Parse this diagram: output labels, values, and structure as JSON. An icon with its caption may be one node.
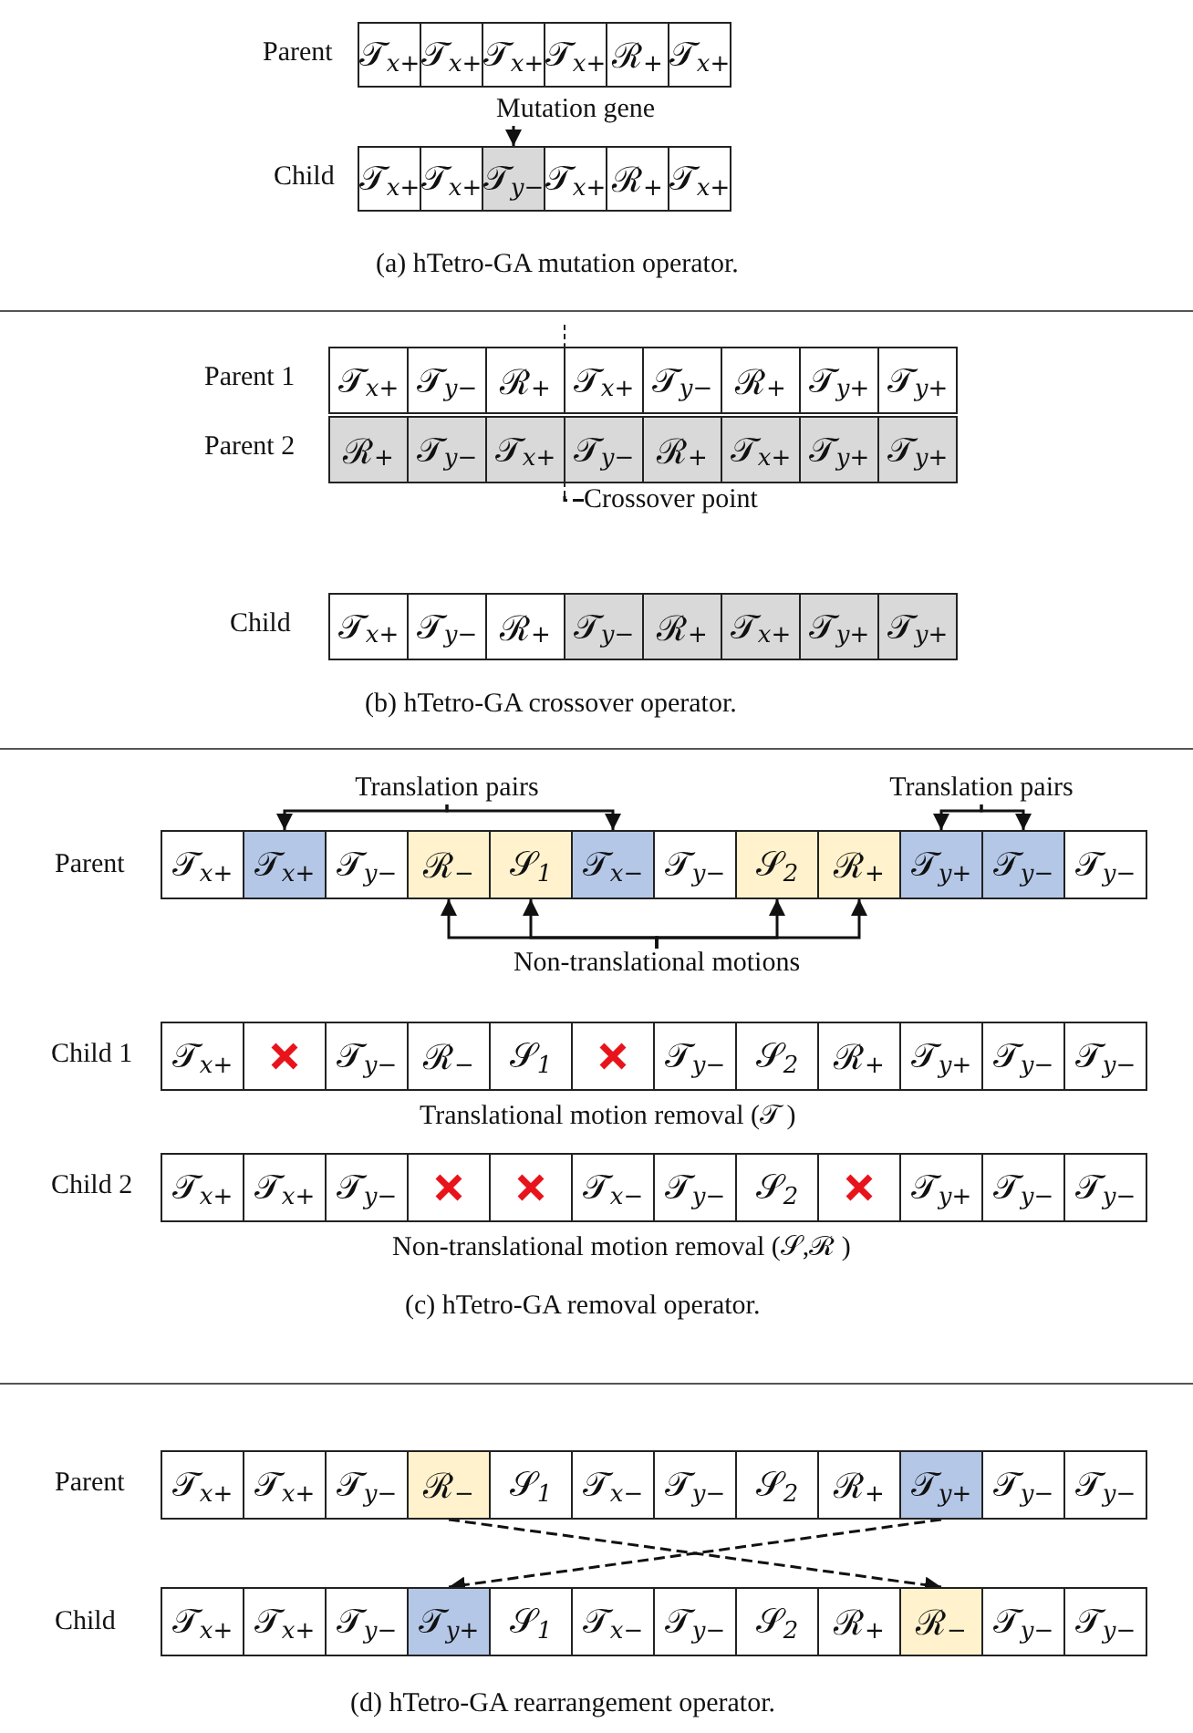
{
  "diagram": {
    "nodes": [
      {
        "text": [
          "𝒯$_{x+}$"
        ]
      },
      {
        "text": [
          "𝒯$_{x+}$"
        ]
      },
      {
        "text": [
          "𝒯$_{x+}$"
        ]
      },
      {
        "text": [
          "𝒯$_{x+}$"
        ]
      },
      {
        "text": [
          "ℛ$_{+}$"
        ]
      },
      {
        "text": [
          "𝒯$_{x+}$"
        ]
      },
      {
        "text": [
          "Mutation gene"
        ]
      },
      {
        "text": [
          "𝒯$_{x+}$"
        ]
      },
      {
        "text": [
          "𝒯$_{x+}$"
        ]
      },
      {
        "text": [
          "𝒯$_{y−}$"
        ]
      },
      {
        "text": [
          "𝒯$_{x+}$"
        ]
      },
      {
        "text": [
          "ℛ$_{+}$"
        ]
      },
      {
        "text": [
          "𝒯$_{x+}$"
        ]
      },
      {
        "text": [
          "𝒯$_{x+}$"
        ]
      },
      {
        "text": [
          "𝒯$_{y−}$"
        ]
      },
      {
        "text": [
          "ℛ$_{+}$"
        ]
      },
      {
        "text": [
          "𝒯$_{x+}$"
        ]
      },
      {
        "text": [
          "𝒯$_{y−}$"
        ]
      },
      {
        "text": [
          "ℛ$_{+}$"
        ]
      },
      {
        "text": [
          "𝒯$_{y+}$"
        ]
      },
      {
        "text": [
          "𝒯$_{y+}$"
        ]
      },
      {
        "text": [
          "ℛ$_{+}$"
        ]
      },
      {
        "text": [
          "𝒯$_{y−}$"
        ]
      },
      {
        "text": [
          "𝒯$_{x+}$"
        ]
      },
      {
        "text": [
          "𝒯$_{y−}$"
        ]
      },
      {
        "text": [
          "ℛ$_{+}$"
        ]
      },
      {
        "text": [
          "𝒯$_{x+}$"
        ]
      },
      {
        "text": [
          "𝒯$_{y+}$"
        ]
      },
      {
        "text": [
          "𝒯$_{y+}$"
        ]
      },
      {
        "text": [],
        "shape": "line"
      },
      {
        "text": [
          "Crossover point"
        ]
      },
      {
        "text": [
          "𝒯$_{x+}$"
        ]
      },
      {
        "text": [
          "𝒯$_{y−}$"
        ]
      },
      {
        "text": [
          "ℛ$_{+}$"
        ]
      },
      {
        "text": [
          "𝒯$_{y−}$"
        ]
      },
      {
        "text": [
          "ℛ$_{+}$"
        ]
      },
      {
        "text": [
          "𝒯$_{x+}$"
        ]
      },
      {
        "text": [
          "𝒯$_{y+}$"
        ]
      },
      {
        "text": [
          "𝒯$_{y+}$"
        ]
      },
      {
        "text": [
          "Translation pairs"
        ]
      },
      {
        "text": [
          "Translation pairs"
        ]
      },
      {
        "text": [
          "𝒯$_{x+}$"
        ]
      },
      {
        "text": [
          "𝒯$_{x+}$"
        ]
      },
      {
        "text": [
          "𝒯$_{y−}$"
        ]
      },
      {
        "text": [
          "ℛ$_{−}$"
        ]
      },
      {
        "text": [
          "𝒮$_{1}$"
        ]
      },
      {
        "text": [
          "𝒯$_{x−}$"
        ]
      },
      {
        "text": [
          "𝒯$_{y−}$"
        ]
      },
      {
        "text": [
          "𝒮$_{2}$"
        ]
      },
      {
        "text": [
          "ℛ$_{+}$"
        ]
      },
      {
        "text": [
          "𝒯$_{y+}$"
        ]
      },
      {
        "text": [
          "𝒯$_{y−}$"
        ]
      },
      {
        "text": [
          "𝒯$_{y−}$"
        ]
      },
      {
        "text": [
          "Non-translational motions"
        ]
      },
      {
        "text": [
          "𝒯$_{x+}$"
        ]
      },
      {
        "text": [],
        "shape": "cross"
      },
      {
        "text": [
          "𝒯$_{y−}$"
        ]
      },
      {
        "text": [
          "ℛ$_{−}$"
        ]
      },
      {
        "text": [
          "𝒮$_{1}$"
        ]
      },
      {
        "text": [],
        "shape": "cross"
      },
      {
        "text": [
          "𝒯$_{y−}$"
        ]
      },
      {
        "text": [
          "𝒮$_{2}$"
        ]
      },
      {
        "text": [
          "ℛ$_{+}$"
        ]
      },
      {
        "text": [
          "𝒯$_{y+}$"
        ]
      },
      {
        "text": [
          "𝒯$_{y−}$"
        ]
      },
      {
        "text": [
          "𝒯$_{y−}$"
        ]
      },
      {
        "text": [
          "𝒯$_{x+}$"
        ]
      },
      {
        "text": [
          "𝒯$_{x+}$"
        ]
      },
      {
        "text": [
          "𝒯$_{y−}$"
        ]
      },
      {
        "text": [],
        "shape": "cross"
      },
      {
        "text": [],
        "shape": "cross"
      },
      {
        "text": [
          "𝒯$_{x−}$"
        ]
      },
      {
        "text": [
          "𝒯$_{y−}$"
        ]
      },
      {
        "text": [
          "𝒮$_{2}$"
        ]
      },
      {
        "text": [],
        "shape": "cross"
      },
      {
        "text": [
          "𝒯$_{y+}$"
        ]
      },
      {
        "text": [
          "𝒯$_{y−}$"
        ]
      },
      {
        "text": [
          "𝒯$_{y−}$"
        ]
      },
      {
        "text": [
          "𝒯$_{x+}$"
        ]
      },
      {
        "text": [
          "𝒯$_{x+}$"
        ]
      },
      {
        "text": [
          "𝒯$_{y−}$"
        ]
      },
      {
        "text": [
          "ℛ$_{−}$"
        ]
      },
      {
        "text": [
          "𝒮$_{1}$"
        ]
      },
      {
        "text": [
          "𝒯$_{x−}$"
        ]
      },
      {
        "text": [
          "𝒯$_{y−}$"
        ]
      },
      {
        "text": [
          "𝒮$_{2}$"
        ]
      },
      {
        "text": [
          "ℛ$_{+}$"
        ]
      },
      {
        "text": [
          "𝒯$_{y+}$"
        ]
      },
      {
        "text": [
          "𝒯$_{y−}$"
        ]
      },
      {
        "text": [
          "𝒯$_{y−}$"
        ]
      },
      {
        "text": [
          "𝒯$_{x+}$"
        ]
      },
      {
        "text": [
          "𝒯$_{x+}$"
        ]
      },
      {
        "text": [
          "𝒯$_{y−}$"
        ]
      },
      {
        "text": [
          "𝒯$_{y+}$"
        ]
      },
      {
        "text": [
          "𝒮$_{1}$"
        ]
      },
      {
        "text": [
          "𝒯$_{x−}$"
        ]
      },
      {
        "text": [
          "𝒯$_{y−}$"
        ]
      },
      {
        "text": [
          "𝒮$_{2}$"
        ]
      },
      {
        "text": [
          "ℛ$_{+}$"
        ]
      },
      {
        "text": [
          "ℛ$_{−}$"
        ]
      },
      {
        "text": [
          "𝒯$_{y−}$"
        ]
      },
      {
        "text": [
          "𝒯$_{y−}$"
        ]
      }
    ],
    "edges": [
      {
        "from": 6,
        "to": 9,
        "arrow": "to"
      },
      {
        "from": 30,
        "to": 29,
        "arrow": "none",
        "style": "dashed"
      },
      {
        "from": 39,
        "to": 42,
        "arrow": "to"
      },
      {
        "from": 39,
        "to": 46,
        "arrow": "to"
      },
      {
        "from": 40,
        "to": 50,
        "arrow": "to"
      },
      {
        "from": 40,
        "to": 51,
        "arrow": "to"
      },
      {
        "from": 53,
        "to": 44,
        "arrow": "to"
      },
      {
        "from": 53,
        "to": 45,
        "arrow": "to"
      },
      {
        "from": 53,
        "to": 48,
        "arrow": "to"
      },
      {
        "from": 53,
        "to": 49,
        "arrow": "to"
      },
      {
        "from": 81,
        "to": 99,
        "arrow": "to",
        "style": "dashed"
      },
      {
        "from": 87,
        "to": 93,
        "arrow": "to",
        "style": "dashed"
      }
    ],
    "labels": [
      "Parent",
      "Child",
      "(a) hTetro-GA mutation operator.",
      "Parent 1",
      "Parent 2",
      "Child",
      "(b) hTetro-GA crossover operator.",
      "Parent",
      "Child 1",
      "Translational motion removal (𝒯 )",
      "Child 2",
      "Non-translational motion removal (𝒮,ℛ )",
      "(c) hTetro-GA removal operator.",
      "Parent",
      "Child",
      "(d) hTetro-GA rearrangement operator."
    ]
  }
}
